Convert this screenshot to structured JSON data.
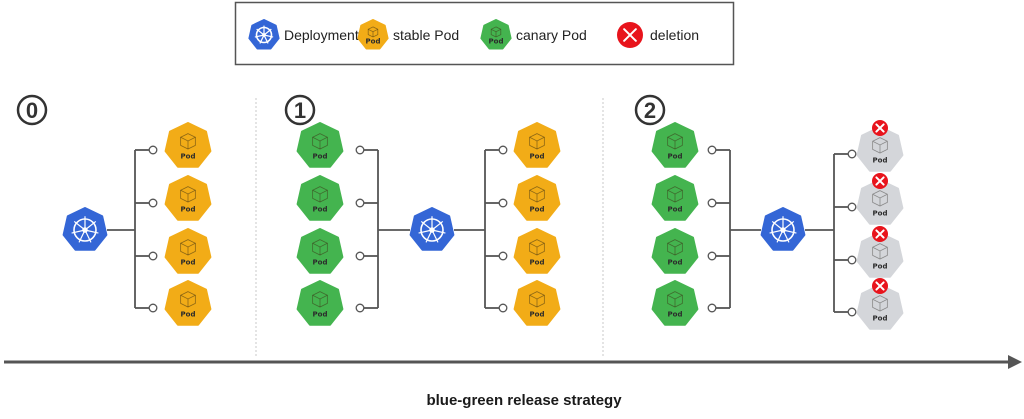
{
  "legend": {
    "items": [
      {
        "icon": "deployment-icon",
        "label": "Deployment",
        "color": "#3466d6"
      },
      {
        "icon": "pod-icon",
        "label": "stable Pod",
        "color": "#f2ac17"
      },
      {
        "icon": "pod-icon",
        "label": "canary Pod",
        "color": "#44b44f"
      },
      {
        "icon": "deletion-icon",
        "label": "deletion",
        "color": "#e8141c"
      }
    ]
  },
  "colors": {
    "deployment": "#3466d6",
    "stable": "#f2ac17",
    "canary": "#44b44f",
    "deleted": "#d4d6da",
    "deletion": "#e8141c",
    "line": "#555555"
  },
  "pod_label": "Pod",
  "steps": [
    {
      "number": "0",
      "left_pods": [],
      "right_pods": [
        "stable",
        "stable",
        "stable",
        "stable"
      ],
      "right_deleted": false
    },
    {
      "number": "1",
      "left_pods": [
        "canary",
        "canary",
        "canary",
        "canary"
      ],
      "right_pods": [
        "stable",
        "stable",
        "stable",
        "stable"
      ],
      "right_deleted": false
    },
    {
      "number": "2",
      "left_pods": [
        "canary",
        "canary",
        "canary",
        "canary"
      ],
      "right_pods": [
        "deleted",
        "deleted",
        "deleted",
        "deleted"
      ],
      "right_deleted": true
    }
  ],
  "timeline": {
    "caption": "blue-green release strategy"
  }
}
